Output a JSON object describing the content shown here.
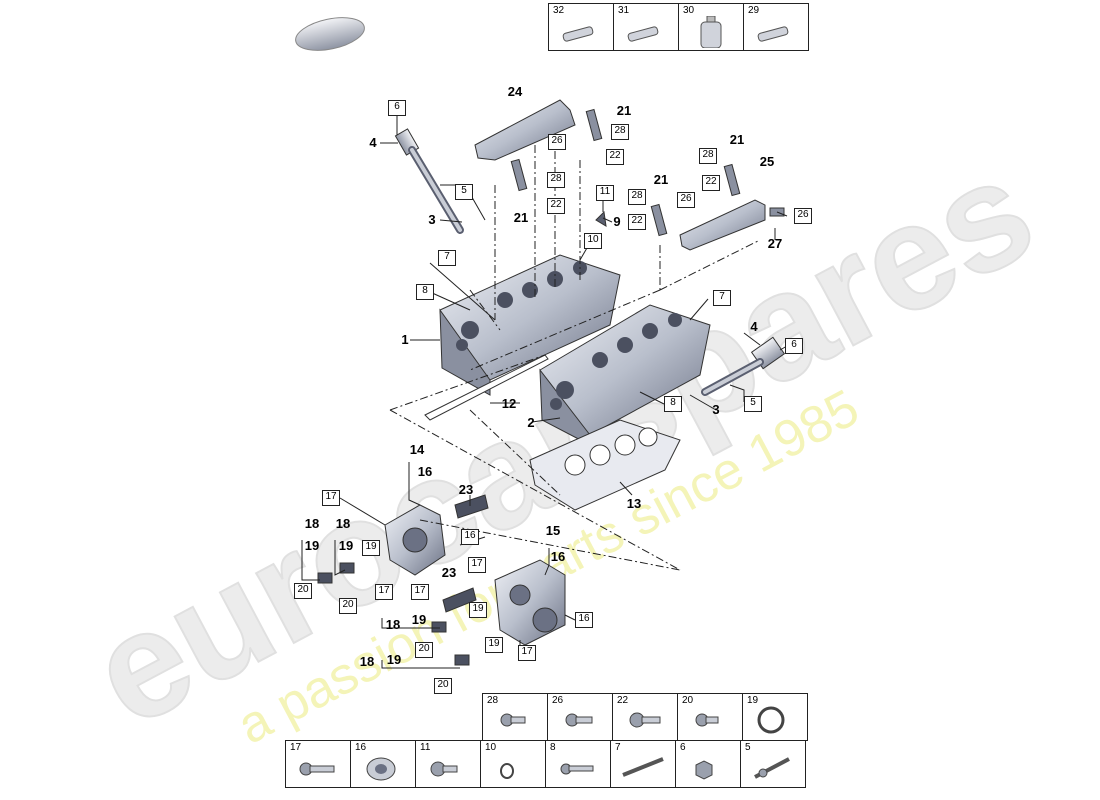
{
  "diagram": {
    "callouts": [
      {
        "id": "c1",
        "text": "1",
        "boxed": false
      },
      {
        "id": "c2",
        "text": "2",
        "boxed": false
      },
      {
        "id": "c3a",
        "text": "3",
        "boxed": false
      },
      {
        "id": "c3b",
        "text": "3",
        "boxed": false
      },
      {
        "id": "c4a",
        "text": "4",
        "boxed": false
      },
      {
        "id": "c4b",
        "text": "4",
        "boxed": false
      },
      {
        "id": "c5a",
        "text": "5",
        "boxed": true
      },
      {
        "id": "c5b",
        "text": "5",
        "boxed": true
      },
      {
        "id": "c6a",
        "text": "6",
        "boxed": true
      },
      {
        "id": "c6b",
        "text": "6",
        "boxed": true
      },
      {
        "id": "c7a",
        "text": "7",
        "boxed": true
      },
      {
        "id": "c7b",
        "text": "7",
        "boxed": true
      },
      {
        "id": "c8a",
        "text": "8",
        "boxed": true
      },
      {
        "id": "c8b",
        "text": "8",
        "boxed": true
      },
      {
        "id": "c9",
        "text": "9",
        "boxed": false
      },
      {
        "id": "c10",
        "text": "10",
        "boxed": true
      },
      {
        "id": "c11",
        "text": "11",
        "boxed": true
      },
      {
        "id": "c12",
        "text": "12",
        "boxed": false
      },
      {
        "id": "c13",
        "text": "13",
        "boxed": false
      },
      {
        "id": "c14",
        "text": "14",
        "boxed": false
      },
      {
        "id": "c15",
        "text": "15",
        "boxed": false
      },
      {
        "id": "c16a",
        "text": "16",
        "boxed": false
      },
      {
        "id": "c16b",
        "text": "16",
        "boxed": false
      },
      {
        "id": "c16c",
        "text": "16",
        "boxed": true
      },
      {
        "id": "c16d",
        "text": "16",
        "boxed": true
      },
      {
        "id": "c17a",
        "text": "17",
        "boxed": true
      },
      {
        "id": "c17b",
        "text": "17",
        "boxed": true
      },
      {
        "id": "c17c",
        "text": "17",
        "boxed": true
      },
      {
        "id": "c17d",
        "text": "17",
        "boxed": true
      },
      {
        "id": "c17e",
        "text": "17",
        "boxed": true
      },
      {
        "id": "c18a",
        "text": "18",
        "boxed": false
      },
      {
        "id": "c18b",
        "text": "18",
        "boxed": false
      },
      {
        "id": "c18c",
        "text": "18",
        "boxed": false
      },
      {
        "id": "c18d",
        "text": "18",
        "boxed": false
      },
      {
        "id": "c19a",
        "text": "19",
        "boxed": false
      },
      {
        "id": "c19b",
        "text": "19",
        "boxed": false
      },
      {
        "id": "c19c",
        "text": "19",
        "boxed": true
      },
      {
        "id": "c19d",
        "text": "19",
        "boxed": false
      },
      {
        "id": "c19e",
        "text": "19",
        "boxed": true
      },
      {
        "id": "c19f",
        "text": "19",
        "boxed": false
      },
      {
        "id": "c19g",
        "text": "19",
        "boxed": true
      },
      {
        "id": "c20a",
        "text": "20",
        "boxed": true
      },
      {
        "id": "c20b",
        "text": "20",
        "boxed": true
      },
      {
        "id": "c20c",
        "text": "20",
        "boxed": true
      },
      {
        "id": "c20d",
        "text": "20",
        "boxed": true
      },
      {
        "id": "c21a",
        "text": "21",
        "boxed": false
      },
      {
        "id": "c21b",
        "text": "21",
        "boxed": false
      },
      {
        "id": "c21c",
        "text": "21",
        "boxed": false
      },
      {
        "id": "c21d",
        "text": "21",
        "boxed": false
      },
      {
        "id": "c22a",
        "text": "22",
        "boxed": true
      },
      {
        "id": "c22b",
        "text": "22",
        "boxed": true
      },
      {
        "id": "c22c",
        "text": "22",
        "boxed": true
      },
      {
        "id": "c22d",
        "text": "22",
        "boxed": true
      },
      {
        "id": "c23a",
        "text": "23",
        "boxed": false
      },
      {
        "id": "c23b",
        "text": "23",
        "boxed": false
      },
      {
        "id": "c24",
        "text": "24",
        "boxed": false
      },
      {
        "id": "c25",
        "text": "25",
        "boxed": false
      },
      {
        "id": "c26a",
        "text": "26",
        "boxed": true
      },
      {
        "id": "c26b",
        "text": "26",
        "boxed": true
      },
      {
        "id": "c26c",
        "text": "26",
        "boxed": true
      },
      {
        "id": "c27",
        "text": "27",
        "boxed": false
      },
      {
        "id": "c28a",
        "text": "28",
        "boxed": true
      },
      {
        "id": "c28b",
        "text": "28",
        "boxed": true
      },
      {
        "id": "c28c",
        "text": "28",
        "boxed": true
      },
      {
        "id": "c28d",
        "text": "28",
        "boxed": true
      }
    ],
    "top_table": [
      "32",
      "31",
      "30",
      "29"
    ],
    "bottom_table_row1": [
      "28",
      "26",
      "22",
      "20",
      "19"
    ],
    "bottom_table_row2": [
      "17",
      "16",
      "11",
      "10",
      "8",
      "7",
      "6",
      "5"
    ]
  },
  "watermark": {
    "brand": "eurocarspares",
    "tagline": "a passion for parts since 1985",
    "colors": {
      "brand": "#e6e6e6",
      "tagline": "#f2f2a0"
    }
  },
  "colors": {
    "line": "#222222",
    "part_fill": "#c9cdd6",
    "part_dark": "#5a5f70",
    "part_light": "#eef0f4"
  }
}
